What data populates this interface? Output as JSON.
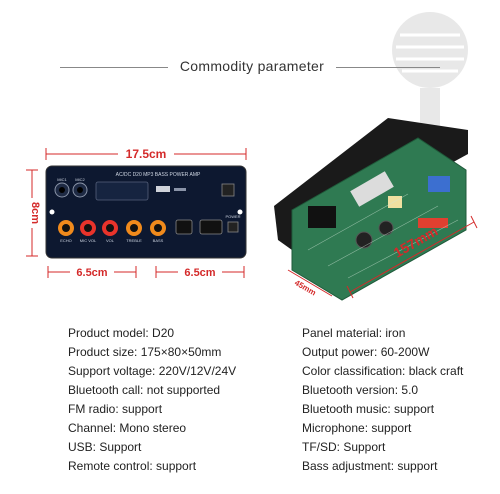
{
  "header": {
    "title": "Commodity parameter"
  },
  "front_view": {
    "width_label": "17.5cm",
    "height_label": "8cm",
    "spacing_left_label": "6.5cm",
    "spacing_right_label": "6.5cm",
    "panel_title": "AC/DC  D20  MP3  BASS  POWER  AMP",
    "jack_labels": [
      "MIC1",
      "MIC2"
    ],
    "knob_labels": [
      "ECHO",
      "MIC VOL",
      "VOL",
      "TREBLE",
      "BASS"
    ],
    "power_label": "POWER"
  },
  "side_view": {
    "length_label": "157mm",
    "depth_label": "45mm"
  },
  "specs": {
    "left": [
      "Product model: D20",
      "Product size: 175×80×50mm",
      "Support voltage: 220V/12V/24V",
      "Bluetooth call: not supported",
      "FM radio: support",
      "Channel: Mono stereo",
      "USB: Support",
      "Remote control: support"
    ],
    "right": [
      "Panel material: iron",
      "Output power: 60-200W",
      "Color classification: black craft",
      "Bluetooth version: 5.0",
      "Bluetooth music: support",
      "Microphone: support",
      "TF/SD: Support",
      "Bass adjustment: support"
    ]
  },
  "colors": {
    "dimension": "#d42a2a",
    "panel": "#0d1830",
    "pcb": "#2f7a52"
  }
}
